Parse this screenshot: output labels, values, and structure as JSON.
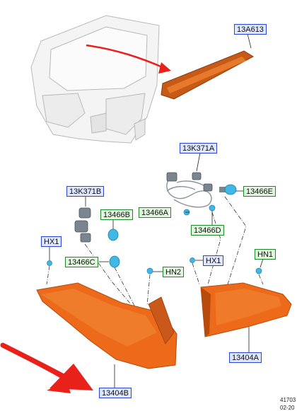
{
  "callouts": {
    "c13A613": "13A613",
    "c13K371A": "13K371A",
    "c13K371B": "13K371B",
    "c13466E": "13466E",
    "c13466A": "13466A",
    "c13466B": "13466B",
    "c13466D": "13466D",
    "c13466C": "13466C",
    "cHX1_left": "HX1",
    "cHX1_right": "HX1",
    "cHN1": "HN1",
    "cHN2": "HN2",
    "c13404A": "13404A",
    "c13404B": "13404B"
  },
  "footer": {
    "line1": "41703",
    "line2": "02-20"
  },
  "colors": {
    "lamp": "#ec6a1a",
    "lamp_dark": "#b84a0c",
    "arrow": "#e8211b",
    "blue_callout": "#2b44d8",
    "green_callout": "#1e8a2c",
    "bulb": "#3fb8e6",
    "connector": "#7a8590"
  }
}
